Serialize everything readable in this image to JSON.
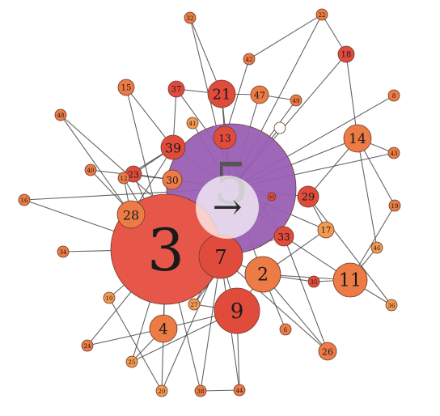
{
  "colors": {
    "hub": "#9a5fb3",
    "large": "#e6574a",
    "medium_red": "#e04b3c",
    "orange": "#ec7b45",
    "light_orange": "#f29a50",
    "background": "#ffffff",
    "edge": "#4a4a4a"
  },
  "overlay": {
    "icon": "arrow-right-icon",
    "glyph": "→"
  },
  "nodes": [
    {
      "id": "5",
      "label": "5",
      "tier": "hub"
    },
    {
      "id": "3",
      "label": "3",
      "tier": "large"
    },
    {
      "id": "2",
      "label": "2",
      "tier": "orange"
    },
    {
      "id": "4",
      "label": "4",
      "tier": "orange"
    },
    {
      "id": "7",
      "label": "7",
      "tier": "medium_red"
    },
    {
      "id": "9",
      "label": "9",
      "tier": "medium_red"
    },
    {
      "id": "11",
      "label": "11",
      "tier": "orange"
    },
    {
      "id": "13",
      "label": "13",
      "tier": "medium_red"
    },
    {
      "id": "14",
      "label": "14",
      "tier": "orange"
    },
    {
      "id": "15",
      "label": "15",
      "tier": "orange"
    },
    {
      "id": "16",
      "label": "16",
      "tier": "orange"
    },
    {
      "id": "17",
      "label": "17",
      "tier": "light_orange"
    },
    {
      "id": "18",
      "label": "18",
      "tier": "medium_red"
    },
    {
      "id": "19",
      "label": "19",
      "tier": "orange"
    },
    {
      "id": "20",
      "label": "20",
      "tier": "light_orange"
    },
    {
      "id": "21",
      "label": "21",
      "tier": "medium_red"
    },
    {
      "id": "22",
      "label": "22",
      "tier": "orange"
    },
    {
      "id": "23",
      "label": "23",
      "tier": "medium_red"
    },
    {
      "id": "24",
      "label": "24",
      "tier": "orange"
    },
    {
      "id": "25",
      "label": "25",
      "tier": "light_orange"
    },
    {
      "id": "26",
      "label": "26",
      "tier": "orange"
    },
    {
      "id": "27",
      "label": "27",
      "tier": "light_orange"
    },
    {
      "id": "28",
      "label": "28",
      "tier": "orange"
    },
    {
      "id": "29",
      "label": "29",
      "tier": "medium_red"
    },
    {
      "id": "30",
      "label": "30",
      "tier": "orange"
    },
    {
      "id": "32",
      "label": "32",
      "tier": "orange"
    },
    {
      "id": "33",
      "label": "33",
      "tier": "medium_red"
    },
    {
      "id": "34",
      "label": "34",
      "tier": "orange"
    },
    {
      "id": "35",
      "label": "35",
      "tier": "medium_red"
    },
    {
      "id": "36",
      "label": "36",
      "tier": "light_orange"
    },
    {
      "id": "37",
      "label": "37",
      "tier": "medium_red"
    },
    {
      "id": "38",
      "label": "38",
      "tier": "orange"
    },
    {
      "id": "39",
      "label": "39",
      "tier": "medium_red"
    },
    {
      "id": "40",
      "label": "40",
      "tier": "orange"
    },
    {
      "id": "41",
      "label": "41",
      "tier": "light_orange"
    },
    {
      "id": "42",
      "label": "42",
      "tier": "orange"
    },
    {
      "id": "43",
      "label": "43",
      "tier": "orange"
    },
    {
      "id": "44",
      "label": "44",
      "tier": "orange"
    },
    {
      "id": "45",
      "label": "45",
      "tier": "medium_red"
    },
    {
      "id": "46",
      "label": "46",
      "tier": "light_orange"
    },
    {
      "id": "47",
      "label": "47",
      "tier": "orange"
    },
    {
      "id": "48",
      "label": "48",
      "tier": "orange"
    },
    {
      "id": "49",
      "label": "49",
      "tier": "orange"
    },
    {
      "id": "6",
      "label": "6",
      "tier": "orange"
    },
    {
      "id": "8",
      "label": "8",
      "tier": "orange"
    },
    {
      "id": "10",
      "label": "10",
      "tier": "light_orange"
    },
    {
      "id": "12",
      "label": "12",
      "tier": "orange"
    },
    {
      "id": "0",
      "label": "",
      "tier": "white"
    }
  ],
  "edges": [
    [
      "5",
      "3"
    ],
    [
      "5",
      "13"
    ],
    [
      "5",
      "21"
    ],
    [
      "5",
      "39"
    ],
    [
      "5",
      "30"
    ],
    [
      "5",
      "29"
    ],
    [
      "5",
      "33"
    ],
    [
      "5",
      "17"
    ],
    [
      "5",
      "14"
    ],
    [
      "5",
      "18"
    ],
    [
      "5",
      "22"
    ],
    [
      "5",
      "8"
    ],
    [
      "5",
      "43"
    ],
    [
      "5",
      "0"
    ],
    [
      "5",
      "41"
    ],
    [
      "5",
      "45"
    ],
    [
      "5",
      "49"
    ],
    [
      "5",
      "47"
    ],
    [
      "5",
      "16"
    ],
    [
      "5",
      "7"
    ],
    [
      "5",
      "2"
    ],
    [
      "5",
      "32"
    ],
    [
      "3",
      "28"
    ],
    [
      "3",
      "4"
    ],
    [
      "3",
      "10"
    ],
    [
      "3",
      "24"
    ],
    [
      "3",
      "25"
    ],
    [
      "3",
      "38"
    ],
    [
      "3",
      "34"
    ],
    [
      "3",
      "40"
    ],
    [
      "3",
      "12"
    ],
    [
      "3",
      "7"
    ],
    [
      "3",
      "23"
    ],
    [
      "3",
      "30"
    ],
    [
      "3",
      "15"
    ],
    [
      "3",
      "16"
    ],
    [
      "3",
      "20"
    ],
    [
      "7",
      "9"
    ],
    [
      "7",
      "2"
    ],
    [
      "7",
      "27"
    ],
    [
      "7",
      "44"
    ],
    [
      "7",
      "38"
    ],
    [
      "7",
      "20"
    ],
    [
      "7",
      "33"
    ],
    [
      "2",
      "11"
    ],
    [
      "2",
      "26"
    ],
    [
      "2",
      "6"
    ],
    [
      "2",
      "35"
    ],
    [
      "2",
      "9"
    ],
    [
      "2",
      "17"
    ],
    [
      "9",
      "44"
    ],
    [
      "9",
      "25"
    ],
    [
      "9",
      "4"
    ],
    [
      "9",
      "27"
    ],
    [
      "11",
      "36"
    ],
    [
      "11",
      "46"
    ],
    [
      "11",
      "19"
    ],
    [
      "11",
      "35"
    ],
    [
      "11",
      "33"
    ],
    [
      "14",
      "43"
    ],
    [
      "14",
      "19"
    ],
    [
      "14",
      "46"
    ],
    [
      "14",
      "29"
    ],
    [
      "39",
      "15"
    ],
    [
      "39",
      "37"
    ],
    [
      "39",
      "28"
    ],
    [
      "39",
      "23"
    ],
    [
      "39",
      "12"
    ],
    [
      "21",
      "37"
    ],
    [
      "21",
      "47"
    ],
    [
      "21",
      "32"
    ],
    [
      "21",
      "13"
    ],
    [
      "29",
      "17"
    ],
    [
      "29",
      "36"
    ],
    [
      "33",
      "26"
    ],
    [
      "33",
      "37"
    ],
    [
      "26",
      "48"
    ],
    [
      "22",
      "18"
    ],
    [
      "18",
      "14"
    ],
    [
      "22",
      "42"
    ],
    [
      "42",
      "13"
    ],
    [
      "47",
      "49"
    ],
    [
      "28",
      "12"
    ],
    [
      "28",
      "48"
    ],
    [
      "4",
      "25"
    ],
    [
      "4",
      "24"
    ],
    [
      "10",
      "20"
    ],
    [
      "38",
      "44"
    ],
    [
      "27",
      "45"
    ],
    [
      "30",
      "23"
    ],
    [
      "40",
      "30"
    ]
  ]
}
